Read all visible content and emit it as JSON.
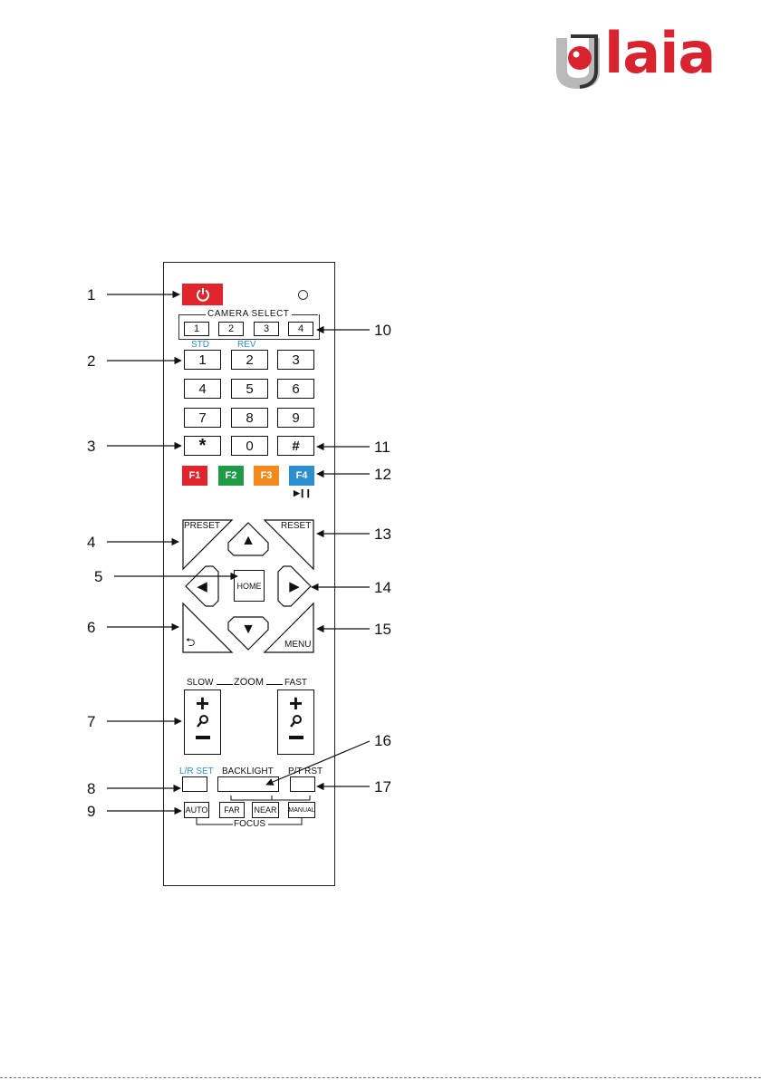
{
  "logo": {
    "text": "laia",
    "brand_color": "#d9232e"
  },
  "remote": {
    "camera_select_label": "CAMERA SELECT",
    "camera_select": [
      "1",
      "2",
      "3",
      "4"
    ],
    "std_label": "STD",
    "rev_label": "REV",
    "keypad": [
      "1",
      "2",
      "3",
      "4",
      "5",
      "6",
      "7",
      "8",
      "9",
      "*",
      "0",
      "#"
    ],
    "f_keys": [
      {
        "label": "F1",
        "color": "#e0262c"
      },
      {
        "label": "F2",
        "color": "#1e9a48"
      },
      {
        "label": "F3",
        "color": "#f08a1c"
      },
      {
        "label": "F4",
        "color": "#2b8fd0"
      }
    ],
    "play_pause": "▶❙❙",
    "preset_label": "PRESET",
    "reset_label": "RESET",
    "home_label": "HOME",
    "menu_label": "MENU",
    "back_glyph": "⮌",
    "arrows": {
      "up": "▲",
      "down": "▼",
      "left": "◀",
      "right": "▶"
    },
    "zoom_slow": "SLOW",
    "zoom_label": "ZOOM",
    "zoom_fast": "FAST",
    "plus": "+",
    "lr_set": "L/R SET",
    "backlight": "BACKLIGHT",
    "pt_rst": "P/T RST",
    "focus_buttons": [
      "AUTO",
      "FAR",
      "NEAR",
      "MANUAL"
    ],
    "focus_label": "FOCUS"
  },
  "callouts": [
    "1",
    "2",
    "3",
    "4",
    "5",
    "6",
    "7",
    "8",
    "9",
    "10",
    "11",
    "12",
    "13",
    "14",
    "15",
    "16",
    "17"
  ]
}
